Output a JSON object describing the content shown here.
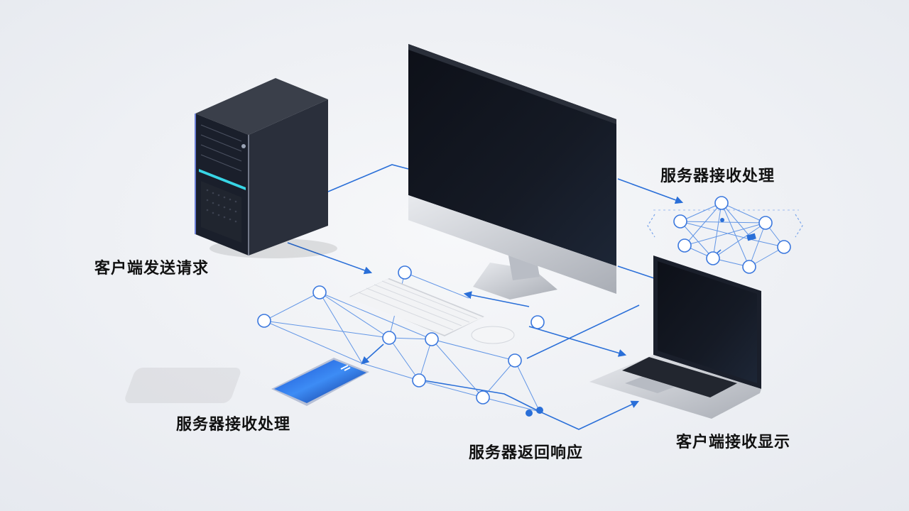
{
  "labels": {
    "client_send": "客户端发送请求",
    "server_process_top": "服务器接收处理",
    "server_process_bottom": "服务器接收处理",
    "server_response": "服务器返回响应",
    "client_display": "客户端接收显示"
  },
  "colors": {
    "background": "#eef0f4",
    "flow_line": "#2a6fd8",
    "network_node": "#3b78de",
    "device_dark": "#1c2230",
    "tower_accent": "#38d6e6",
    "silver": "#c9ccd2"
  },
  "icons": [
    "pc-tower-icon",
    "monitor-icon",
    "keyboard-icon",
    "mouse-icon",
    "laptop-icon",
    "smartphone-icon",
    "network-graph-icon"
  ]
}
